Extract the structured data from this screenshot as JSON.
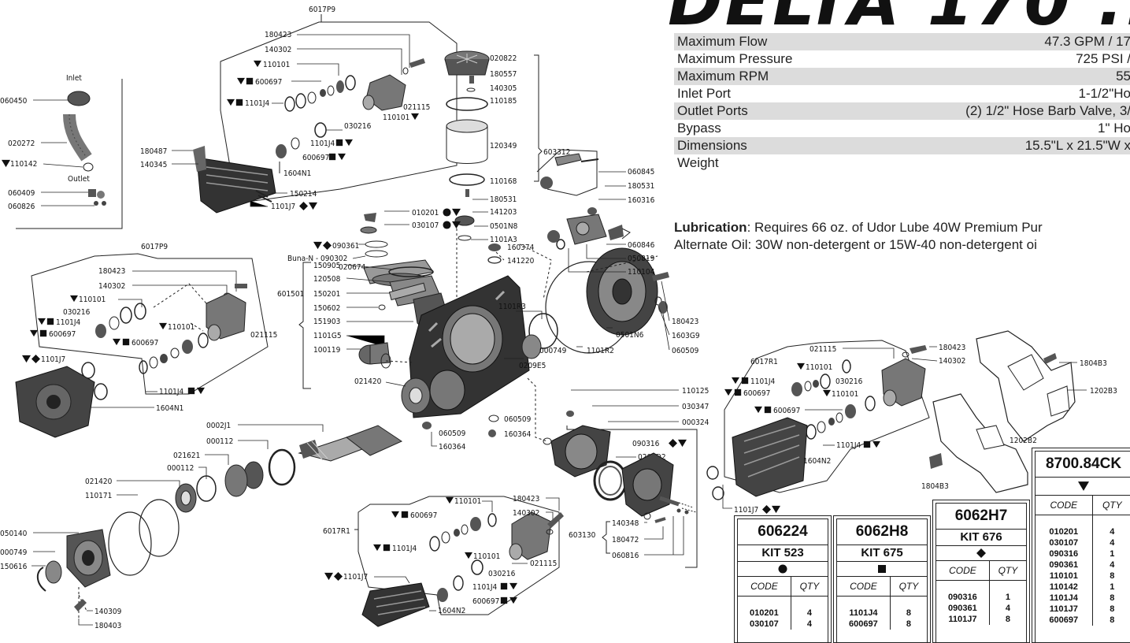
{
  "banner": {
    "title": "DELTA 170 ..."
  },
  "specs": [
    {
      "label": "Maximum Flow",
      "value": "47.3 GPM / 17"
    },
    {
      "label": "Maximum Pressure",
      "value": "725 PSI /"
    },
    {
      "label": "Maximum RPM",
      "value": "55"
    },
    {
      "label": "Inlet Port",
      "value": "1-1/2\"Ho"
    },
    {
      "label": "Outlet Ports",
      "value": "(2) 1/2\" Hose Barb Valve, 3/"
    },
    {
      "label": "Bypass",
      "value": "1\" Ho"
    },
    {
      "label": "Dimensions",
      "value": "15.5\"L x 21.5\"W x"
    },
    {
      "label": "Weight",
      "value": ""
    }
  ],
  "notes": {
    "lubrication_label": "Lubrication",
    "lubrication_text": ":  Requires 66 oz. of Udor Lube 40W Premium Pur",
    "alternate_text": "Alternate Oil:  30W non-detergent or 15W-40 non-detergent oi"
  },
  "labels": {
    "l6017P9a": "6017P9",
    "l180423a": "180423",
    "l140302a": "140302",
    "l110101a": "110101",
    "l600697a": "600697",
    "l1101J4a": "1101J4",
    "l021115a": "021115",
    "l110101b": "110101",
    "l030216a": "030216",
    "l1101J4b": "1101J4",
    "l600697b": "600697",
    "l1604N1a": "1604N1",
    "l180487": "180487",
    "l140345": "140345",
    "l150214": "150214",
    "l1101J7a": "1101J7",
    "inlet": "Inlet",
    "l060450": "060450",
    "l020272": "020272",
    "l110142": "110142",
    "outlet": "Outlet",
    "l060409": "060409",
    "l060826": "060826",
    "l020822": "020822",
    "l180557": "180557",
    "l140305": "140305",
    "l110185": "110185",
    "l120349": "120349",
    "l603312": "603312",
    "l110168": "110168",
    "l180531a": "180531",
    "l141203": "141203",
    "l0501N8": "0501N8",
    "l1101A3": "1101A3",
    "l010201": "010201",
    "l030107": "030107",
    "l090361": "090361",
    "lbuna": "Buna-N - 090302",
    "l060845": "060845",
    "l180531b": "180531",
    "l160316": "160316",
    "l060846": "060846",
    "l050819": "050819",
    "l110104": "110104",
    "l160374": "160374",
    "l141220": "141220",
    "l6017P9b": "6017P9",
    "l180423b": "180423",
    "l140302b": "140302",
    "l110101c": "110101",
    "l030216b": "030216",
    "l1101J4c": "1101J4",
    "l600697c": "600697",
    "l110101d": "110101",
    "l600697d": "600697",
    "l021115b": "021115",
    "l1101J7b": "1101J7",
    "l1101J4d": "1101J4",
    "l1604N1b": "1604N1",
    "l020674": "020674",
    "l150905": "150905",
    "l120508": "120508",
    "l601501": "601501",
    "l150201": "150201",
    "l150602": "150602",
    "l151903": "151903",
    "l1101G5": "1101G5",
    "l100119": "100119",
    "l1101R3": "1101R3",
    "l000749a": "000749",
    "l1101R2": "1101R2",
    "l0209E5": "0209E5",
    "l0501N6": "0501N6",
    "l180423c": "180423",
    "l1603G9": "1603G9",
    "l060509a": "060509",
    "l021420a": "021420",
    "l060509b": "060509",
    "l060509c": "060509",
    "l160364a": "160364",
    "l160364b": "160364",
    "l0002J1": "0002J1",
    "l000112a": "000112",
    "l021621": "021621",
    "l000112b": "000112",
    "l021420b": "021420",
    "l110171": "110171",
    "l050140": "050140",
    "l000749b": "000749",
    "l150616": "150616",
    "l140309": "140309",
    "l180403": "180403",
    "l110125": "110125",
    "l030347": "030347",
    "l000324": "000324",
    "l090316": "090316",
    "l0208D2": "0208D2",
    "l603130": "603130",
    "l140348": "140348",
    "l180472": "180472",
    "l060816": "060816",
    "l6017R1a": "6017R1",
    "l110101e": "110101",
    "l600697e": "600697",
    "l1101J4e": "1101J4",
    "l110101f": "110101",
    "l030216c": "030216",
    "l1101J4f": "1101J4",
    "l600697f": "600697",
    "l1604N2a": "1604N2",
    "l1101J7c": "1101J7",
    "l180423d": "180423",
    "l140302c": "140302",
    "l021115c": "021115",
    "l6017R1b": "6017R1",
    "l021115d": "021115",
    "l110101g": "110101",
    "l1101J4g": "1101J4",
    "l030216d": "030216",
    "l600697g": "600697",
    "l110101h": "110101",
    "l600697h": "600697",
    "l1101J4h": "1101J4",
    "l1604N2b": "1604N2",
    "l1101J7d": "1101J7",
    "l180423e": "180423",
    "l140302d": "140302",
    "l1804B3a": "1804B3",
    "l1202B3": "1202B3",
    "l1202B2": "1202B2",
    "l1804B3b": "1804B3"
  },
  "kits": [
    {
      "part": "606224",
      "kit": "KIT 523",
      "symbol": "circle",
      "code_header": "CODE",
      "qty_header": "QTY",
      "rows": [
        [
          "010201",
          "4"
        ],
        [
          "030107",
          "4"
        ]
      ]
    },
    {
      "part": "6062H8",
      "kit": "KIT 675",
      "symbol": "square",
      "code_header": "CODE",
      "qty_header": "QTY",
      "rows": [
        [
          "1101J4",
          "8"
        ],
        [
          "600697",
          "8"
        ]
      ]
    },
    {
      "part": "6062H7",
      "kit": "KIT 676",
      "symbol": "diamond",
      "code_header": "CODE",
      "qty_header": "QTY",
      "rows": [
        [
          "090316",
          "1"
        ],
        [
          "090361",
          "4"
        ],
        [
          "1101J7",
          "8"
        ]
      ]
    },
    {
      "part": "8700.84CK",
      "kit": "",
      "symbol": "triangle",
      "code_header": "CODE",
      "qty_header": "QTY",
      "rows": [
        [
          "010201",
          "4"
        ],
        [
          "030107",
          "4"
        ],
        [
          "090316",
          "1"
        ],
        [
          "090361",
          "4"
        ],
        [
          "110101",
          "8"
        ],
        [
          "110142",
          "1"
        ],
        [
          "1101J4",
          "8"
        ],
        [
          "1101J7",
          "8"
        ],
        [
          "600697",
          "8"
        ]
      ]
    }
  ]
}
